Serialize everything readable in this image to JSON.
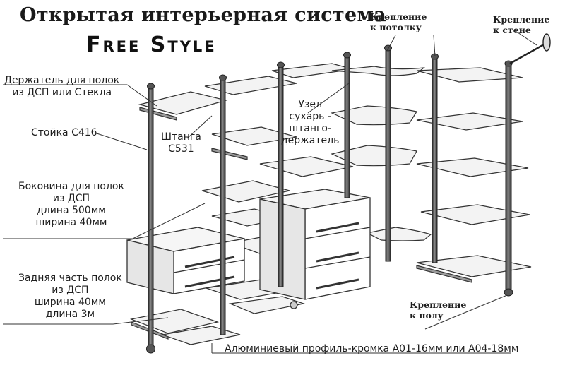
{
  "header": {
    "title": "Открытая интерьерная система",
    "subtitle": "Free Style"
  },
  "labels": {
    "shelf_holder": [
      "Держатель для полок",
      "из ДСП или Стекла"
    ],
    "post": [
      "Стойка С416"
    ],
    "side_panel": [
      "Боковина для полок",
      "из ДСП",
      "длина 500мм",
      "ширина 40мм"
    ],
    "back_part": [
      "Задняя часть полок",
      "из ДСП",
      "ширина 40мм",
      "длина 3м"
    ],
    "rod": [
      "Штанга",
      "С531"
    ],
    "joint": [
      "Узел",
      "сухарь -",
      "штанго-",
      "держатель"
    ],
    "ceiling_mount": [
      "Крепление",
      "к потолку"
    ],
    "wall_mount": [
      "Крепление",
      "к стене"
    ],
    "floor_mount": [
      "Крепление",
      "к полу"
    ],
    "profile": [
      "Алюминиевый профиль-кромка А01-16мм или А04-18мм"
    ]
  },
  "colors": {
    "line": "#2a2a2a",
    "shelf_fill": "#f4f4f4",
    "shelf_edge": "#6a6a6a",
    "post_fill": "#4a4a4a"
  }
}
